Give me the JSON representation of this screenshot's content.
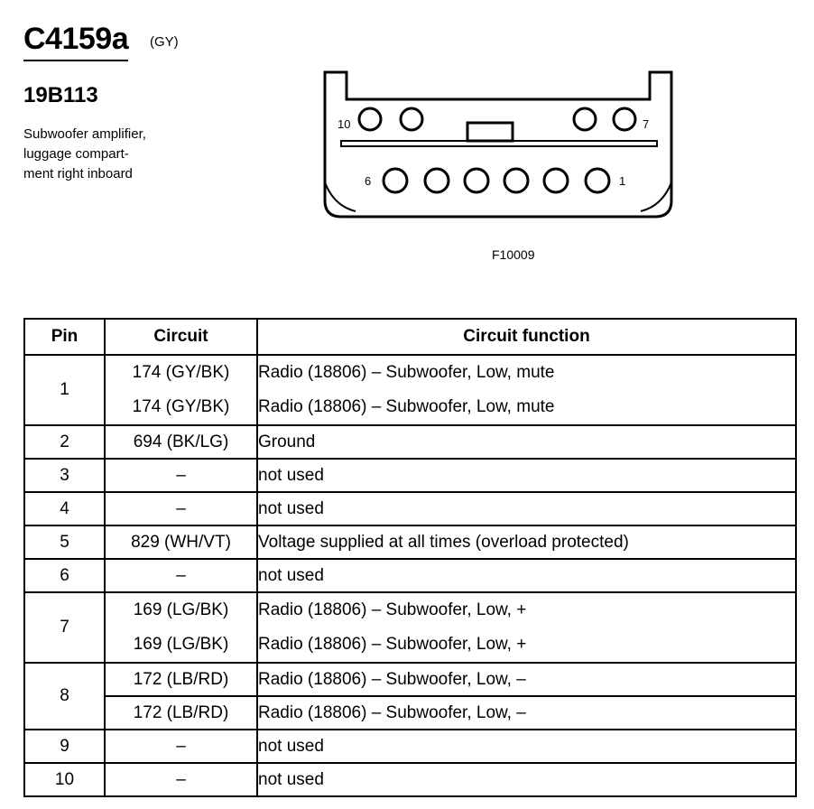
{
  "header": {
    "connector_id": "C4159a",
    "connector_color": "(GY)",
    "part_number": "19B113",
    "location_lines": [
      "Subwoofer amplifier,",
      "luggage compart-",
      "ment right inboard"
    ]
  },
  "diagram": {
    "pin_labels": {
      "top_left": "10",
      "top_right": "7",
      "bottom_left": "6",
      "bottom_right": "1"
    },
    "figure_id": "F10009"
  },
  "table": {
    "headers": [
      "Pin",
      "Circuit",
      "Circuit function"
    ],
    "rows": [
      {
        "pin": "1",
        "circuit": "174 (GY/BK)",
        "function": "Radio (18806) – Subwoofer, Low, mute"
      },
      {
        "pin": "",
        "circuit": "174 (GY/BK)",
        "function": "Radio (18806) – Subwoofer, Low, mute"
      },
      {
        "pin": "2",
        "circuit": "694 (BK/LG)",
        "function": "Ground"
      },
      {
        "pin": "3",
        "circuit": "–",
        "function": "not used"
      },
      {
        "pin": "4",
        "circuit": "–",
        "function": "not used"
      },
      {
        "pin": "5",
        "circuit": "829 (WH/VT)",
        "function": "Voltage supplied at all times (overload protected)"
      },
      {
        "pin": "6",
        "circuit": "–",
        "function": "not used"
      },
      {
        "pin": "7",
        "circuit": "169 (LG/BK)",
        "function": "Radio (18806) – Subwoofer, Low, +"
      },
      {
        "pin": "",
        "circuit": "169 (LG/BK)",
        "function": "Radio (18806) – Subwoofer, Low, +"
      },
      {
        "pin": "8",
        "circuit": "172 (LB/RD)",
        "function": "Radio (18806) – Subwoofer, Low, –"
      },
      {
        "pin": "",
        "circuit": "172 (LB/RD)",
        "function": "Radio (18806) – Subwoofer, Low, –"
      },
      {
        "pin": "9",
        "circuit": "–",
        "function": "not used"
      },
      {
        "pin": "10",
        "circuit": "–",
        "function": "not used"
      }
    ]
  }
}
